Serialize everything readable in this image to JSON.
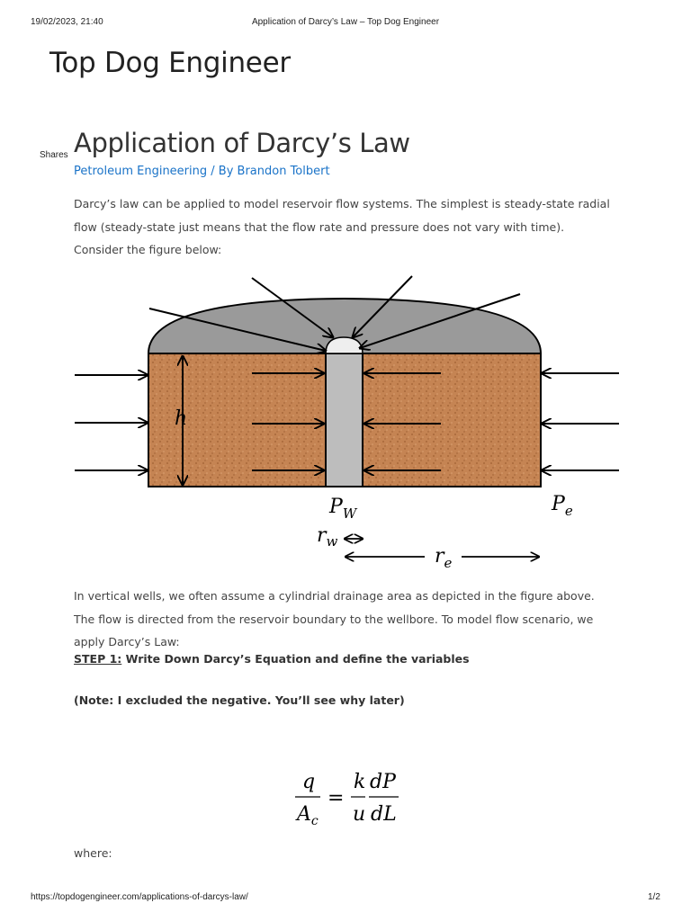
{
  "print_header": {
    "datetime": "19/02/2023, 21:40",
    "page_title": "Application of Darcy’s Law – Top Dog Engineer"
  },
  "site": {
    "title": "Top Dog Engineer"
  },
  "shares_label": "Shares",
  "post": {
    "title": "Application of Darcy’s Law",
    "category": "Petroleum Engineering",
    "byline": " / By Brandon Tolbert",
    "para1": "Darcy’s law can be applied to model reservoir flow systems. The simplest is steady-state radial flow (steady-state just means that the flow rate and pressure does not vary with time). Consider the figure below:",
    "para2": "In vertical wells, we often assume a cylindrial drainage area as depicted in the figure above. The flow is directed from the reservoir boundary to the wellbore. To model flow scenario, we apply Darcy’s Law:",
    "step1_label": "STEP 1:",
    "step1_text": " Write Down Darcy’s Equation and define the variables",
    "note": "(Note: I excluded the negative. You’ll see why later)",
    "where": "where:"
  },
  "diagram": {
    "label_h": "h",
    "label_pw": "P",
    "label_pw_sub": "W",
    "label_pe": "P",
    "label_pe_sub": "e",
    "label_rw": "r",
    "label_rw_sub": "w",
    "label_re": "r",
    "label_re_sub": "e",
    "colors": {
      "cap": "#9a9a9a",
      "rock": "#c17f4e",
      "wellbore": "#bdbdbd"
    }
  },
  "equation": {
    "lhs_num": "q",
    "lhs_den": "A",
    "lhs_den_sub": "c",
    "equals": "=",
    "k": "k",
    "u": "u",
    "dP": "dP",
    "dL": "dL"
  },
  "print_footer": {
    "url": "https://topdogengineer.com/applications-of-darcys-law/",
    "page": "1/2"
  }
}
